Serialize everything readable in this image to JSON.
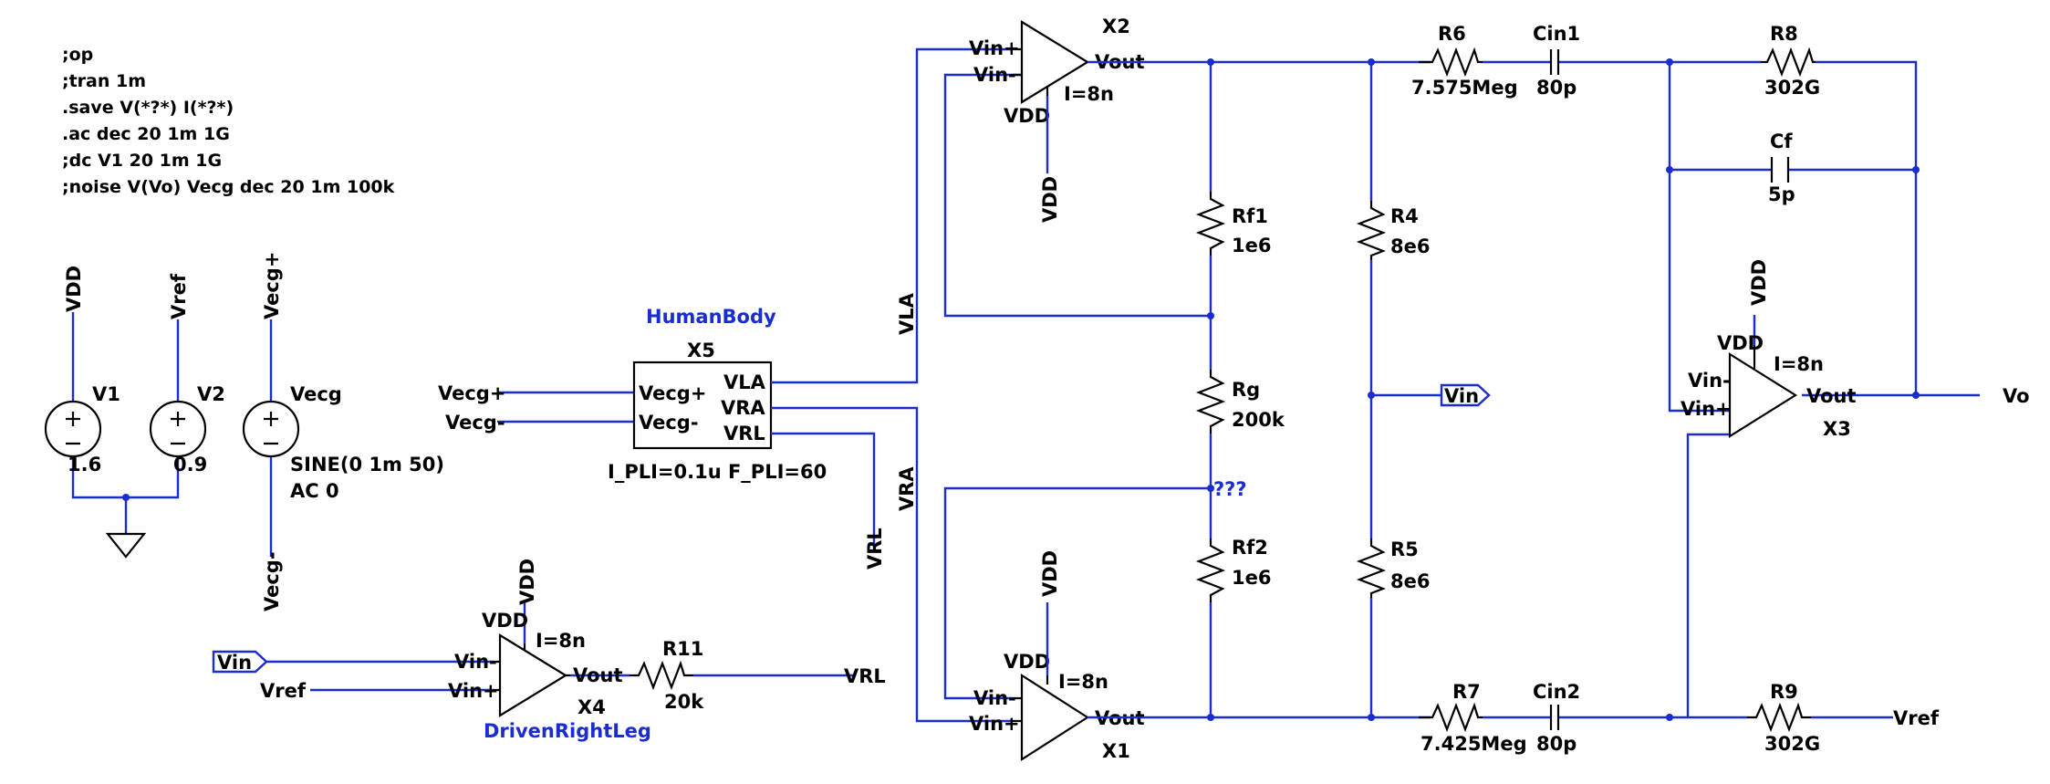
{
  "spice_directives": [
    ";op",
    ";tran 1m",
    ".save V(*?*) I(*?*)",
    ".ac dec 20 1m 1G",
    ";dc V1 20 1m 1G",
    ";noise V(Vo) Vecg dec 20 1m 100k"
  ],
  "sources": {
    "v1": {
      "name": "V1",
      "value": "1.6",
      "net": "VDD"
    },
    "v2": {
      "name": "V2",
      "value": "0.9",
      "net": "Vref"
    },
    "vecg": {
      "name": "Vecg",
      "value": "SINE(0 1m 50)",
      "ac": "AC 0",
      "net_pos": "Vecg+",
      "net_neg": "Vecg-"
    }
  },
  "human_body": {
    "title": "HumanBody",
    "name": "X5",
    "pins": {
      "in_pos": "Vecg+",
      "in_neg": "Vecg-",
      "vla": "VLA",
      "vra": "VRA",
      "vrl": "VRL"
    },
    "params": "I_PLI=0.1u F_PLI=60",
    "left_labels": {
      "pos": "Vecg+",
      "neg": "Vecg-"
    }
  },
  "opamp_pins": {
    "in_pos": "Vin+",
    "in_neg": "Vin-",
    "out": "Vout",
    "supply": "VDD",
    "current": "I=8n"
  },
  "opamps": {
    "x1": {
      "name": "X1"
    },
    "x2": {
      "name": "X2"
    },
    "x3": {
      "name": "X3"
    },
    "x4": {
      "name": "X4",
      "title": "DrivenRightLeg"
    }
  },
  "resistors": {
    "rf1": {
      "name": "Rf1",
      "value": "1e6"
    },
    "rg": {
      "name": "Rg",
      "value": "200k"
    },
    "rf2": {
      "name": "Rf2",
      "value": "1e6"
    },
    "r4": {
      "name": "R4",
      "value": "8e6"
    },
    "r5": {
      "name": "R5",
      "value": "8e6"
    },
    "r6": {
      "name": "R6",
      "value": "7.575Meg"
    },
    "r7": {
      "name": "R7",
      "value": "7.425Meg"
    },
    "r8": {
      "name": "R8",
      "value": "302G"
    },
    "r9": {
      "name": "R9",
      "value": "302G"
    },
    "r11": {
      "name": "R11",
      "value": "20k"
    }
  },
  "capacitors": {
    "cin1": {
      "name": "Cin1",
      "value": "80p"
    },
    "cin2": {
      "name": "Cin2",
      "value": "80p"
    },
    "cf": {
      "name": "Cf",
      "value": "5p"
    }
  },
  "net_labels": {
    "vdd": "VDD",
    "vref": "Vref",
    "vecg_pos": "Vecg+",
    "vecg_neg": "Vecg-",
    "vla": "VLA",
    "vra": "VRA",
    "vrl": "VRL",
    "vin": "Vin",
    "vo": "Vo",
    "unknown": "???"
  },
  "colors": {
    "wire": "#1a2dd0",
    "component": "#000000",
    "background": "#ffffff"
  }
}
